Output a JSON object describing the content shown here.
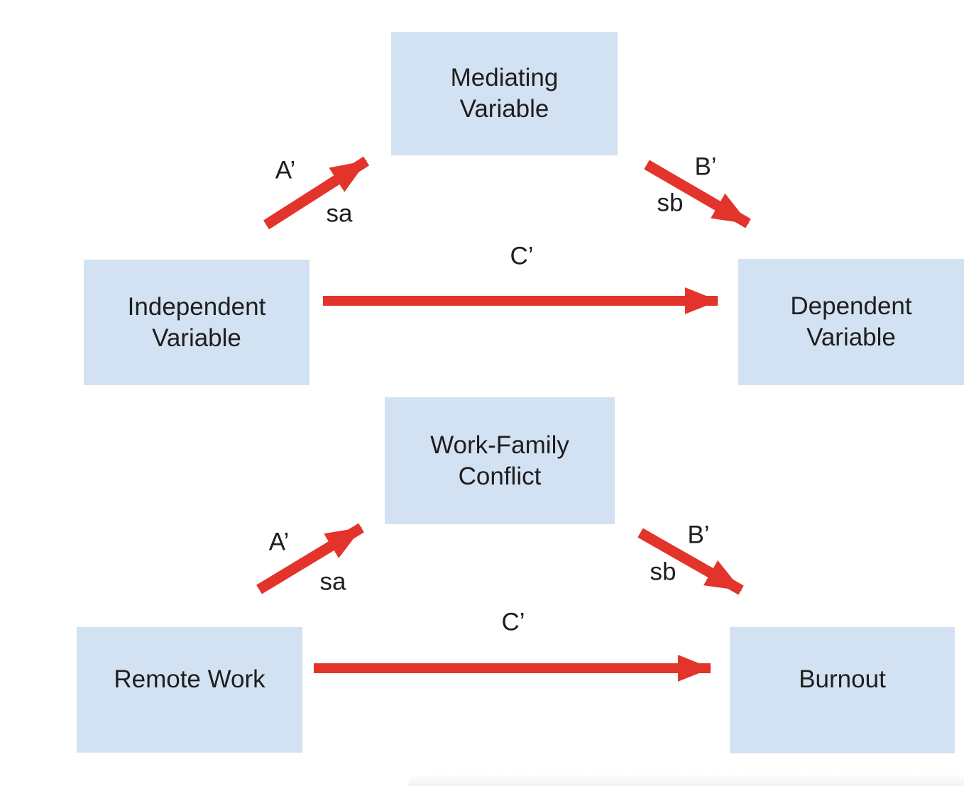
{
  "colors": {
    "box_fill": "#d3e2f2",
    "arrow": "#e2342b",
    "text": "#1e1e1e"
  },
  "diagrams": [
    {
      "name": "generic-mediation-model",
      "mediator_label": "Mediating\nVariable",
      "independent_label": "Independent\nVariable",
      "dependent_label": "Dependent\nVariable",
      "path_a_label": "A’",
      "path_a_sub_label": "sa",
      "path_b_label": "B’",
      "path_b_sub_label": "sb",
      "path_c_label": "C’"
    },
    {
      "name": "remote-work-burnout-model",
      "mediator_label": "Work-Family\nConflict",
      "independent_label": "Remote Work",
      "dependent_label": "Burnout",
      "path_a_label": "A’",
      "path_a_sub_label": "sa",
      "path_b_label": "B’",
      "path_b_sub_label": "sb",
      "path_c_label": "C’"
    }
  ]
}
